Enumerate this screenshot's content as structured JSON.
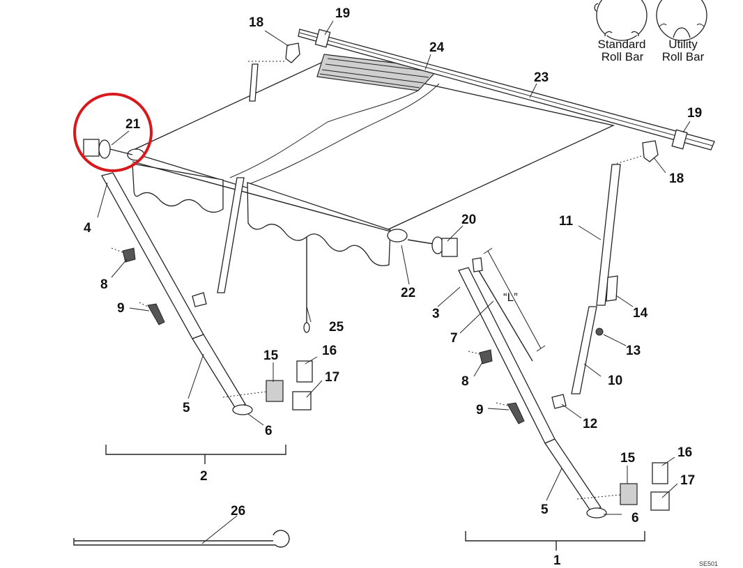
{
  "diagram": {
    "part_numbers": [
      "1",
      "2",
      "3",
      "4",
      "5",
      "5",
      "6",
      "6",
      "7",
      "8",
      "8",
      "9",
      "9",
      "10",
      "11",
      "12",
      "13",
      "14",
      "15",
      "15",
      "16",
      "16",
      "17",
      "17",
      "18",
      "18",
      "19",
      "19",
      "20",
      "21",
      "22",
      "23",
      "24",
      "25",
      "26"
    ],
    "length_label": "“L”",
    "roll_bar_types": [
      {
        "line1": "Standard",
        "line2": "Roll Bar"
      },
      {
        "line1": "Utility",
        "line2": "Roll Bar"
      }
    ],
    "highlight_color": "#d7191c",
    "corner_code": "SE501"
  }
}
